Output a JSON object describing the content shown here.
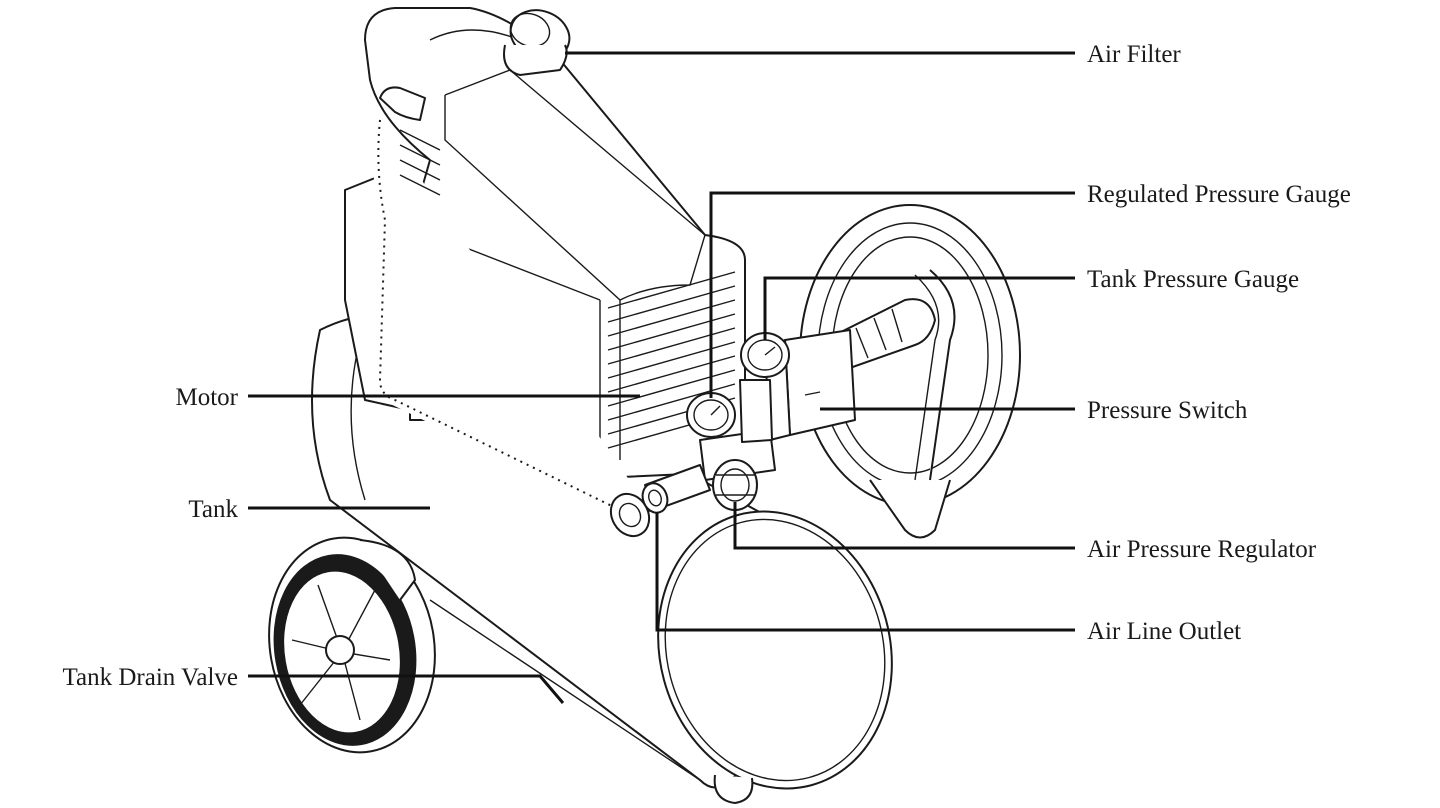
{
  "diagram": {
    "labels": {
      "air_filter": "Air Filter",
      "regulated_pressure_gauge": "Regulated Pressure Gauge",
      "tank_pressure_gauge": "Tank Pressure Gauge",
      "pressure_switch": "Pressure Switch",
      "air_pressure_regulator": "Air Pressure Regulator",
      "air_line_outlet": "Air Line Outlet",
      "motor": "Motor",
      "tank": "Tank",
      "tank_drain_valve": "Tank Drain Valve"
    }
  }
}
